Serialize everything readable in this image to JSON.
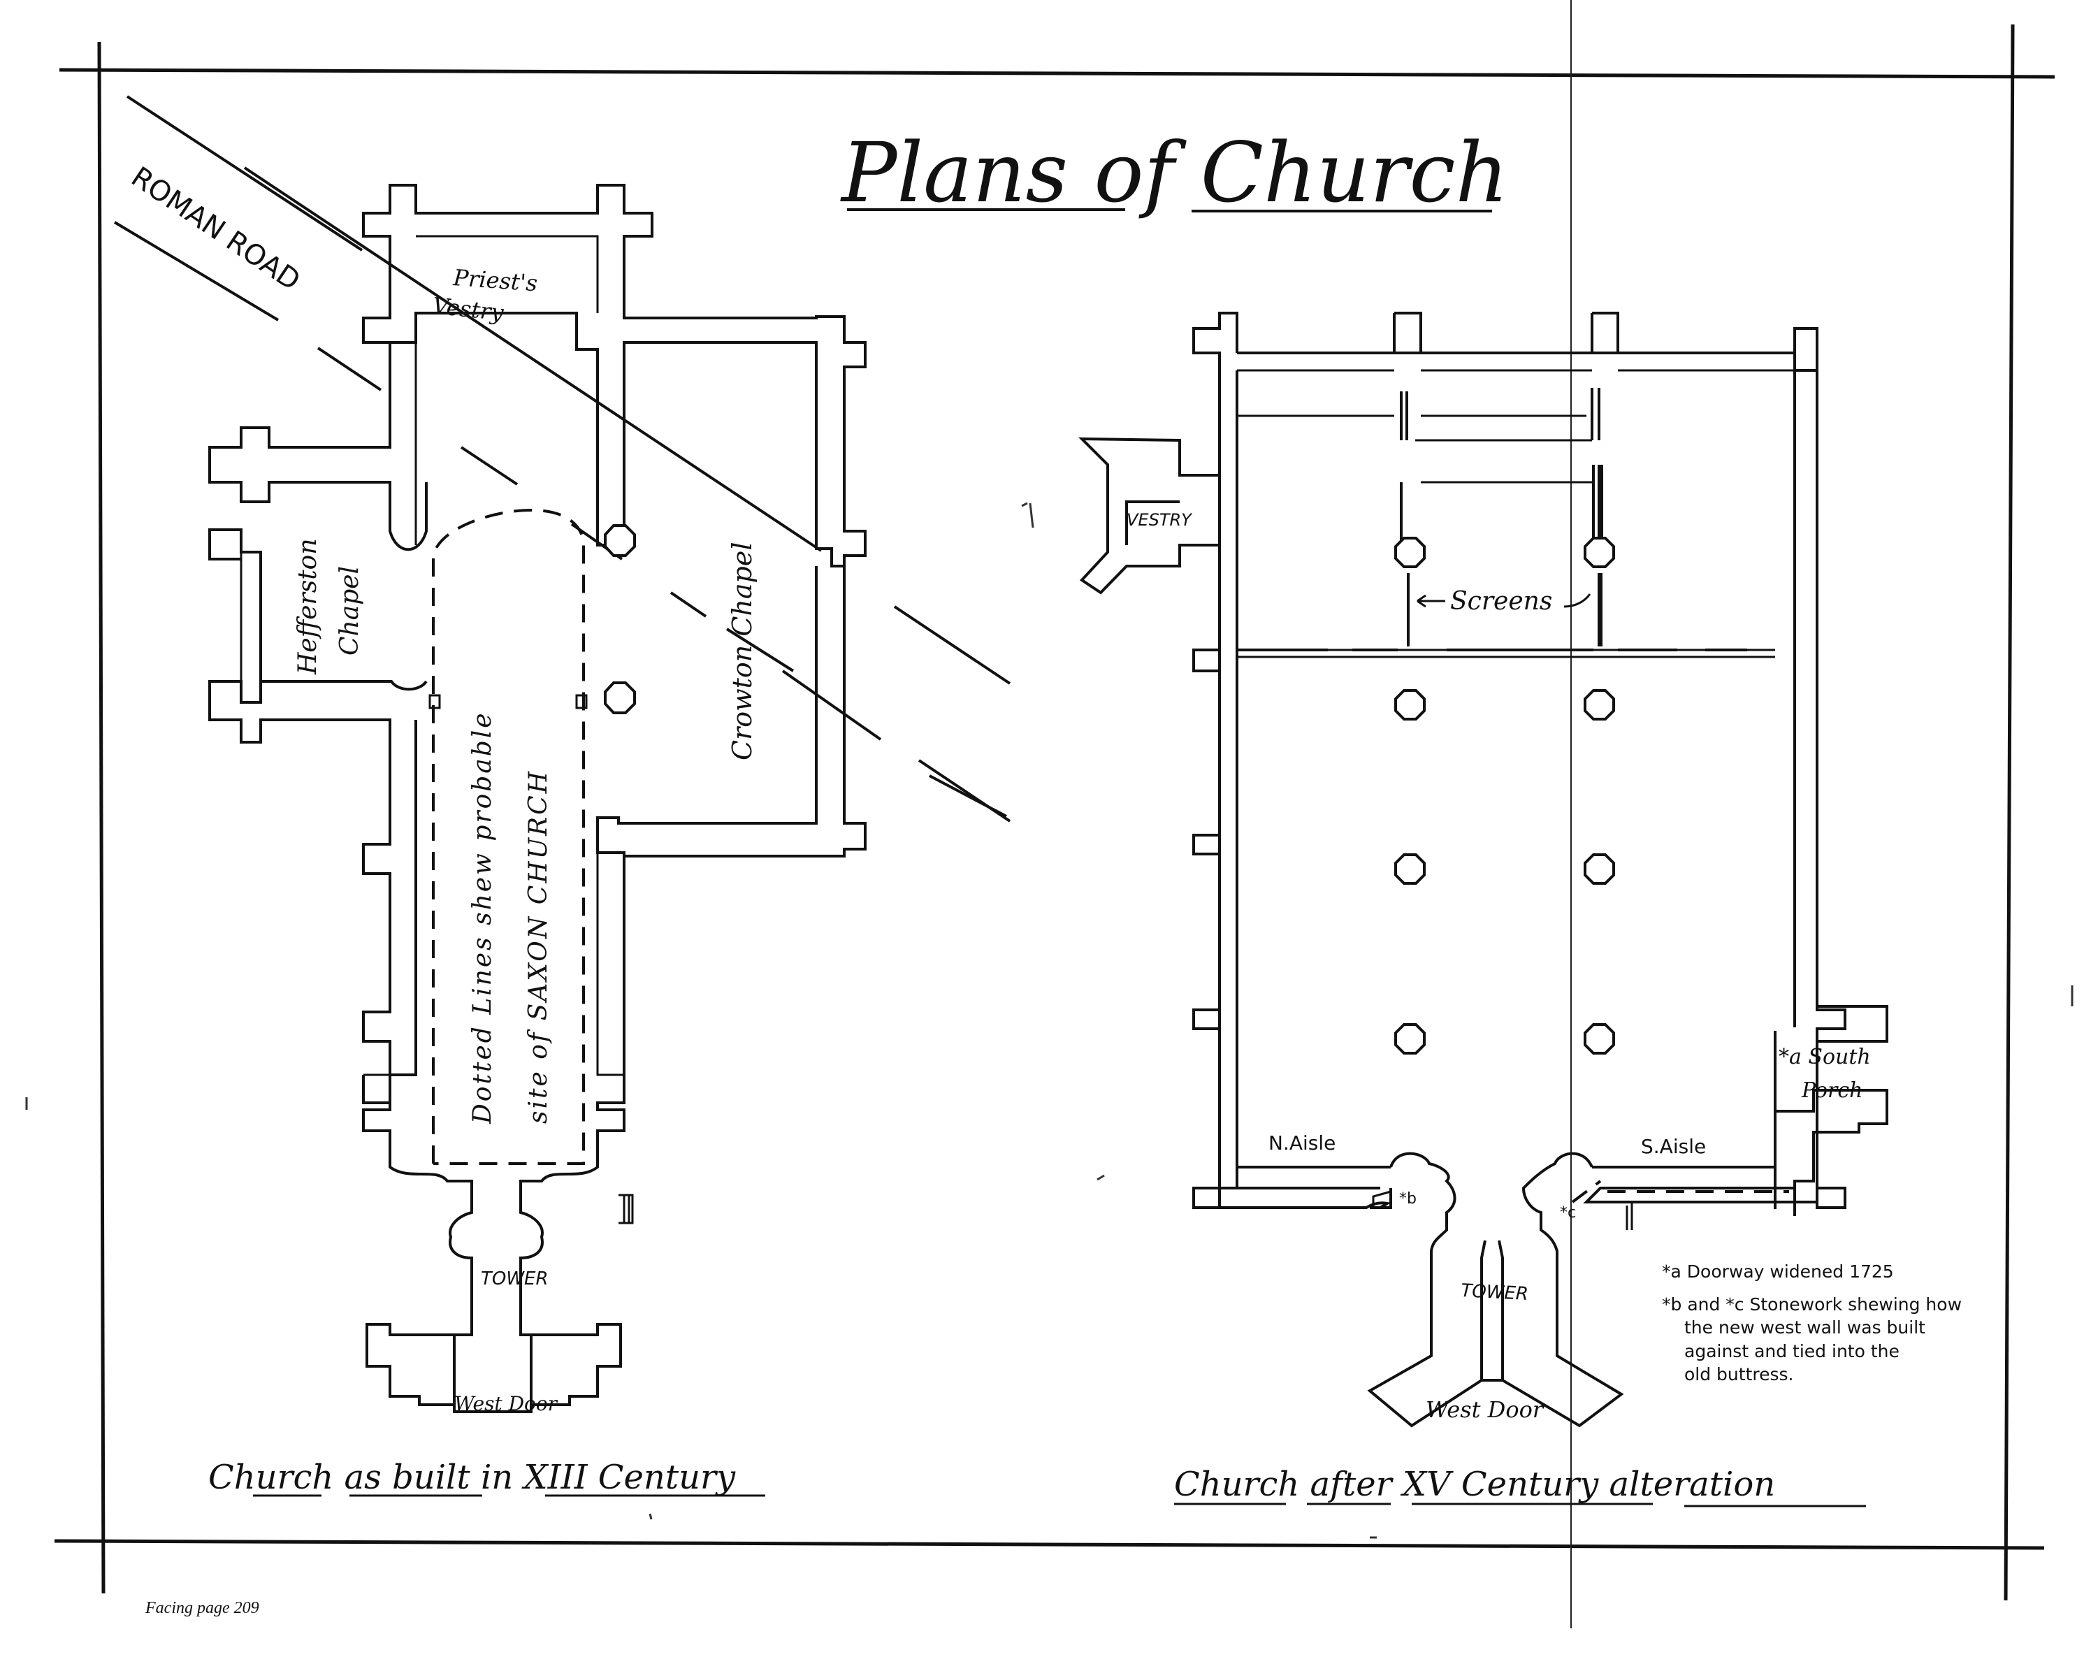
{
  "title": "Plans of Church",
  "left_plan": {
    "caption": "Church as built in XIII Century",
    "labels": {
      "roman_road": "ROMAN ROAD",
      "priests_vestry_1": "Priest's",
      "priests_vestry_2": "Vestry",
      "hefferston_chapel_1": "Hefferston",
      "hefferston_chapel_2": "Chapel",
      "crowton_chapel": "Crowton Chapel",
      "dotted_note_1": "Dotted Lines shew probable",
      "dotted_note_2": "site of SAXON CHURCH",
      "tower": "TOWER",
      "west_door": "West Door"
    }
  },
  "right_plan": {
    "caption": "Church after XV Century alteration",
    "labels": {
      "vestry": "VESTRY",
      "screens": "Screens",
      "n_aisle": "N.Aisle",
      "s_aisle": "S.Aisle",
      "south_porch_1": "*a South",
      "south_porch_2": "Porch",
      "mark_b": "*b",
      "mark_c": "*c",
      "tower": "TOWER",
      "west_door": "West Door"
    },
    "notes": [
      "*a Doorway widened 1725",
      "*b and *c Stonework shewing how",
      "the new west wall was built",
      "against and tied into the",
      "old buttress."
    ]
  },
  "footer": "Facing page 209",
  "colors": {
    "ink": "#111111",
    "paper": "#ffffff"
  }
}
